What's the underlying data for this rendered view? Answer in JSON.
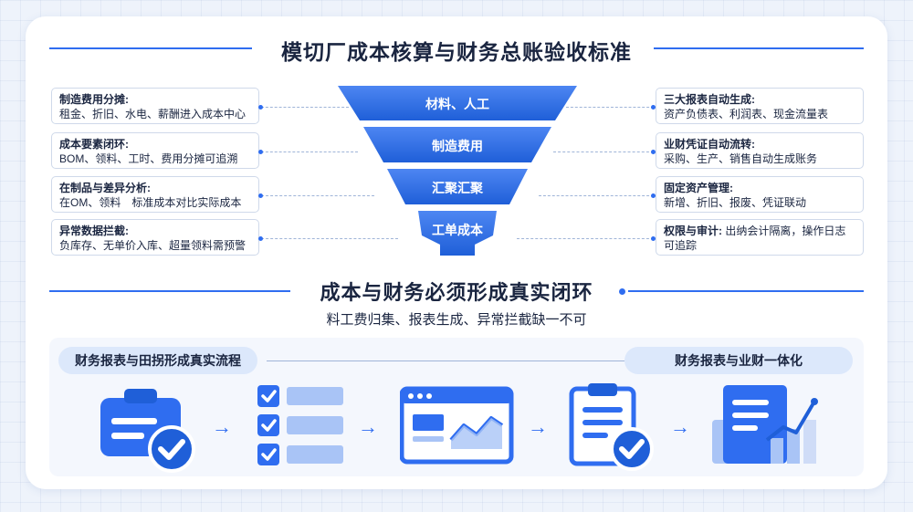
{
  "header": {
    "title": "模切厂成本核算与财务总账验收标准"
  },
  "left_items": [
    {
      "title": "制造费用分摊:",
      "desc": "租金、折旧、水电、薪酬进入成本中心"
    },
    {
      "title": "成本要素闭环:",
      "desc": "BOM、领料、工时、费用分摊可追溯"
    },
    {
      "title": "在制品与差异分析:",
      "desc": "在OM、领料　标准成本对比实际成本"
    },
    {
      "title": "异常数据拦截:",
      "desc": "负库存、无单价入库、超量领料需预警"
    }
  ],
  "funnel": [
    "材料、人工",
    "制造费用",
    "汇聚汇聚",
    "工单成本"
  ],
  "right_items": [
    {
      "title": "三大报表自动生成:",
      "desc": "资产负债表、利润表、现金流量表"
    },
    {
      "title": "业财凭证自动流转:",
      "desc": "采购、生产、销售自动生成账务"
    },
    {
      "title": "固定资产管理:",
      "desc": "新增、折旧、报废、凭证联动"
    },
    {
      "title": "权限与审计:",
      "desc": "出纳会计隔离，操作日志可追踪"
    }
  ],
  "middle": {
    "title": "成本与财务必须形成真实闭环",
    "caption": "料工费归集、报表生成、异常拦截缺一不可"
  },
  "bottom": {
    "left_tag": "财务报表与田拐形成真实流程",
    "right_tag": "财务报表与业财一体化",
    "arrow": "→",
    "steps": [
      "clipboard-check-icon",
      "checklist-icon",
      "dashboard-chart-icon",
      "document-check-icon",
      "report-growth-icon"
    ]
  },
  "colors": {
    "accent": "#2f6df0",
    "funnel_dark": "#1f5fd8",
    "funnel_light": "#4d86f2",
    "text": "#1a2540"
  }
}
